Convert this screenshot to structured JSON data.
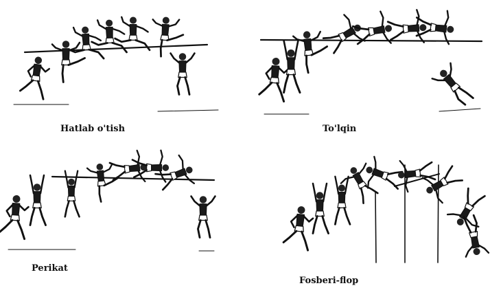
{
  "panels": [
    {
      "id": "scissors",
      "caption": "Hatlab o'tish"
    },
    {
      "id": "wave",
      "caption": "To'lqin"
    },
    {
      "id": "roll",
      "caption": "Perikat"
    },
    {
      "id": "flop",
      "caption": "Fosberi-flop"
    }
  ],
  "colors": {
    "ink": "#111111",
    "paper": "#ffffff"
  }
}
